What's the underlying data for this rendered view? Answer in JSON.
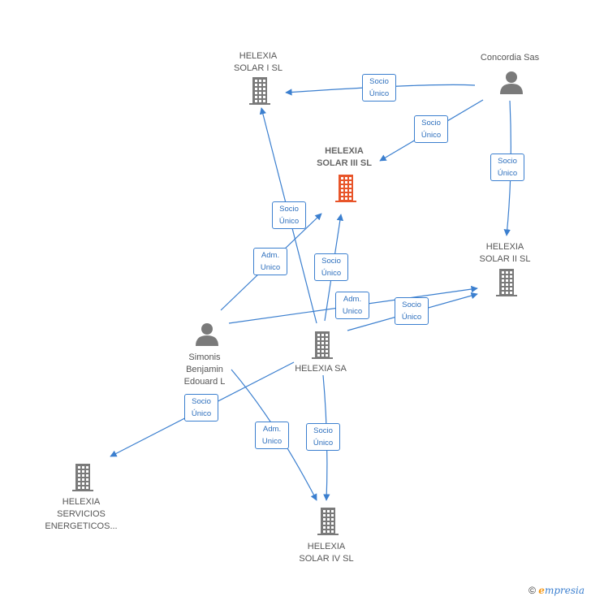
{
  "colors": {
    "edge": "#3b7fcf",
    "node": "#7a7a7a",
    "highlight": "#e8552a"
  },
  "nodes": [
    {
      "id": "helexia_solar_i",
      "label": "HELEXIA\nSOLAR I  SL",
      "icon": "building-icon"
    },
    {
      "id": "concordia_sas",
      "label": "Concordia Sas",
      "icon": "person-icon"
    },
    {
      "id": "helexia_solar_iii",
      "label": "HELEXIA\nSOLAR III  SL",
      "icon": "building-icon-highlight"
    },
    {
      "id": "helexia_solar_ii",
      "label": "HELEXIA\nSOLAR II  SL",
      "icon": "building-icon"
    },
    {
      "id": "simonis",
      "label": "Simonis\nBenjamin\nEdouard L",
      "icon": "person-icon"
    },
    {
      "id": "helexia_sa",
      "label": "HELEXIA SA",
      "icon": "building-icon"
    },
    {
      "id": "helexia_servicios",
      "label": "HELEXIA\nSERVICIOS\nENERGETICOS...",
      "icon": "building-icon"
    },
    {
      "id": "helexia_solar_iv",
      "label": "HELEXIA\nSOLAR IV  SL",
      "icon": "building-icon"
    }
  ],
  "edges": [
    {
      "from": "concordia_sas",
      "to": "helexia_solar_i",
      "label": "Socio\nÚnico"
    },
    {
      "from": "concordia_sas",
      "to": "helexia_solar_iii",
      "label": "Socio\nÚnico"
    },
    {
      "from": "concordia_sas",
      "to": "helexia_solar_ii",
      "label": "Socio\nÚnico"
    },
    {
      "from": "helexia_sa",
      "to": "helexia_solar_i",
      "label": "Socio\nÚnico"
    },
    {
      "from": "simonis",
      "to": "helexia_solar_iii",
      "label": "Adm.\nUnico"
    },
    {
      "from": "helexia_sa",
      "to": "helexia_solar_iii",
      "label": "Socio\nÚnico"
    },
    {
      "from": "simonis",
      "to": "helexia_solar_ii",
      "label": "Adm.\nUnico"
    },
    {
      "from": "helexia_sa",
      "to": "helexia_solar_ii",
      "label": "Socio\nÚnico"
    },
    {
      "from": "helexia_sa",
      "to": "helexia_servicios",
      "label": "Socio\nÚnico"
    },
    {
      "from": "simonis",
      "to": "helexia_solar_iv",
      "label": "Adm.\nUnico"
    },
    {
      "from": "helexia_sa",
      "to": "helexia_solar_iv",
      "label": "Socio\nÚnico"
    }
  ],
  "footer": {
    "copyright": "©",
    "brand_initial": "e",
    "brand_rest": "mpresia"
  }
}
